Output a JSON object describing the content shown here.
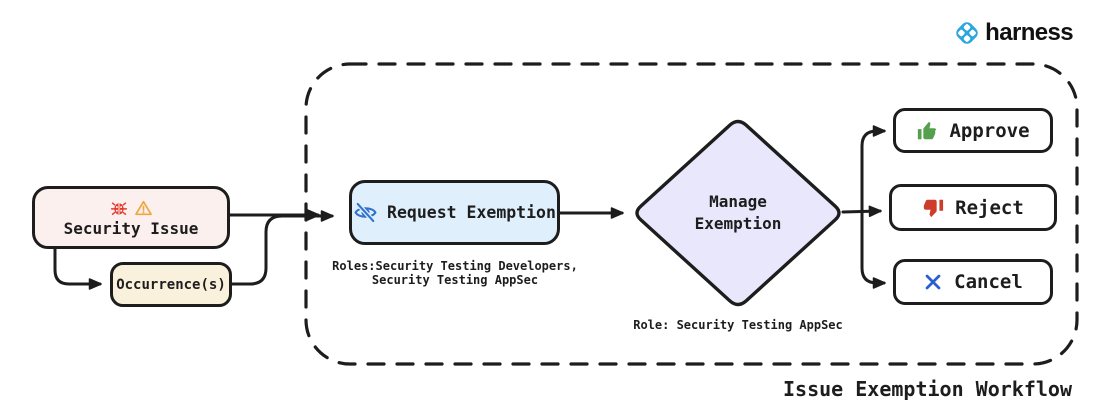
{
  "brand": {
    "name": "harness",
    "logo_icon": "harness-logo-icon",
    "logo_color": "#2ba6e0"
  },
  "workflow": {
    "title": "Issue Exemption Workflow",
    "container": {
      "style": "dashed-rounded-rectangle",
      "border_color": "#1d1d1d"
    },
    "nodes": {
      "security_issue": {
        "label": "Security Issue",
        "icons": [
          "bug-icon",
          "warning-icon"
        ],
        "fill": "#fcf0ee",
        "bug_color": "#e23b2e",
        "warning_color": "#eda73e"
      },
      "occurrences": {
        "label": "Occurrence(s)",
        "fill": "#faf1dc"
      },
      "request_exemption": {
        "label": "Request Exemption",
        "icon": "eye-off-icon",
        "icon_color": "#2f72cf",
        "fill": "#dfeffb",
        "roles_note": {
          "line1": "Roles:Security Testing Developers,",
          "line2": "Security Testing AppSec"
        }
      },
      "manage_exemption": {
        "label": {
          "line1": "Manage",
          "line2": "Exemption"
        },
        "shape": "diamond",
        "fill": "#e9e7fb",
        "role_note": "Role: Security Testing AppSec"
      },
      "approve": {
        "label": "Approve",
        "icon": "thumbs-up-icon",
        "icon_color": "#55a04c",
        "fill": "#ffffff"
      },
      "reject": {
        "label": "Reject",
        "icon": "thumbs-down-icon",
        "icon_color": "#cd3d2a",
        "fill": "#ffffff"
      },
      "cancel": {
        "label": "Cancel",
        "icon": "x-icon",
        "icon_color": "#2b5fd0",
        "fill": "#ffffff"
      }
    }
  }
}
